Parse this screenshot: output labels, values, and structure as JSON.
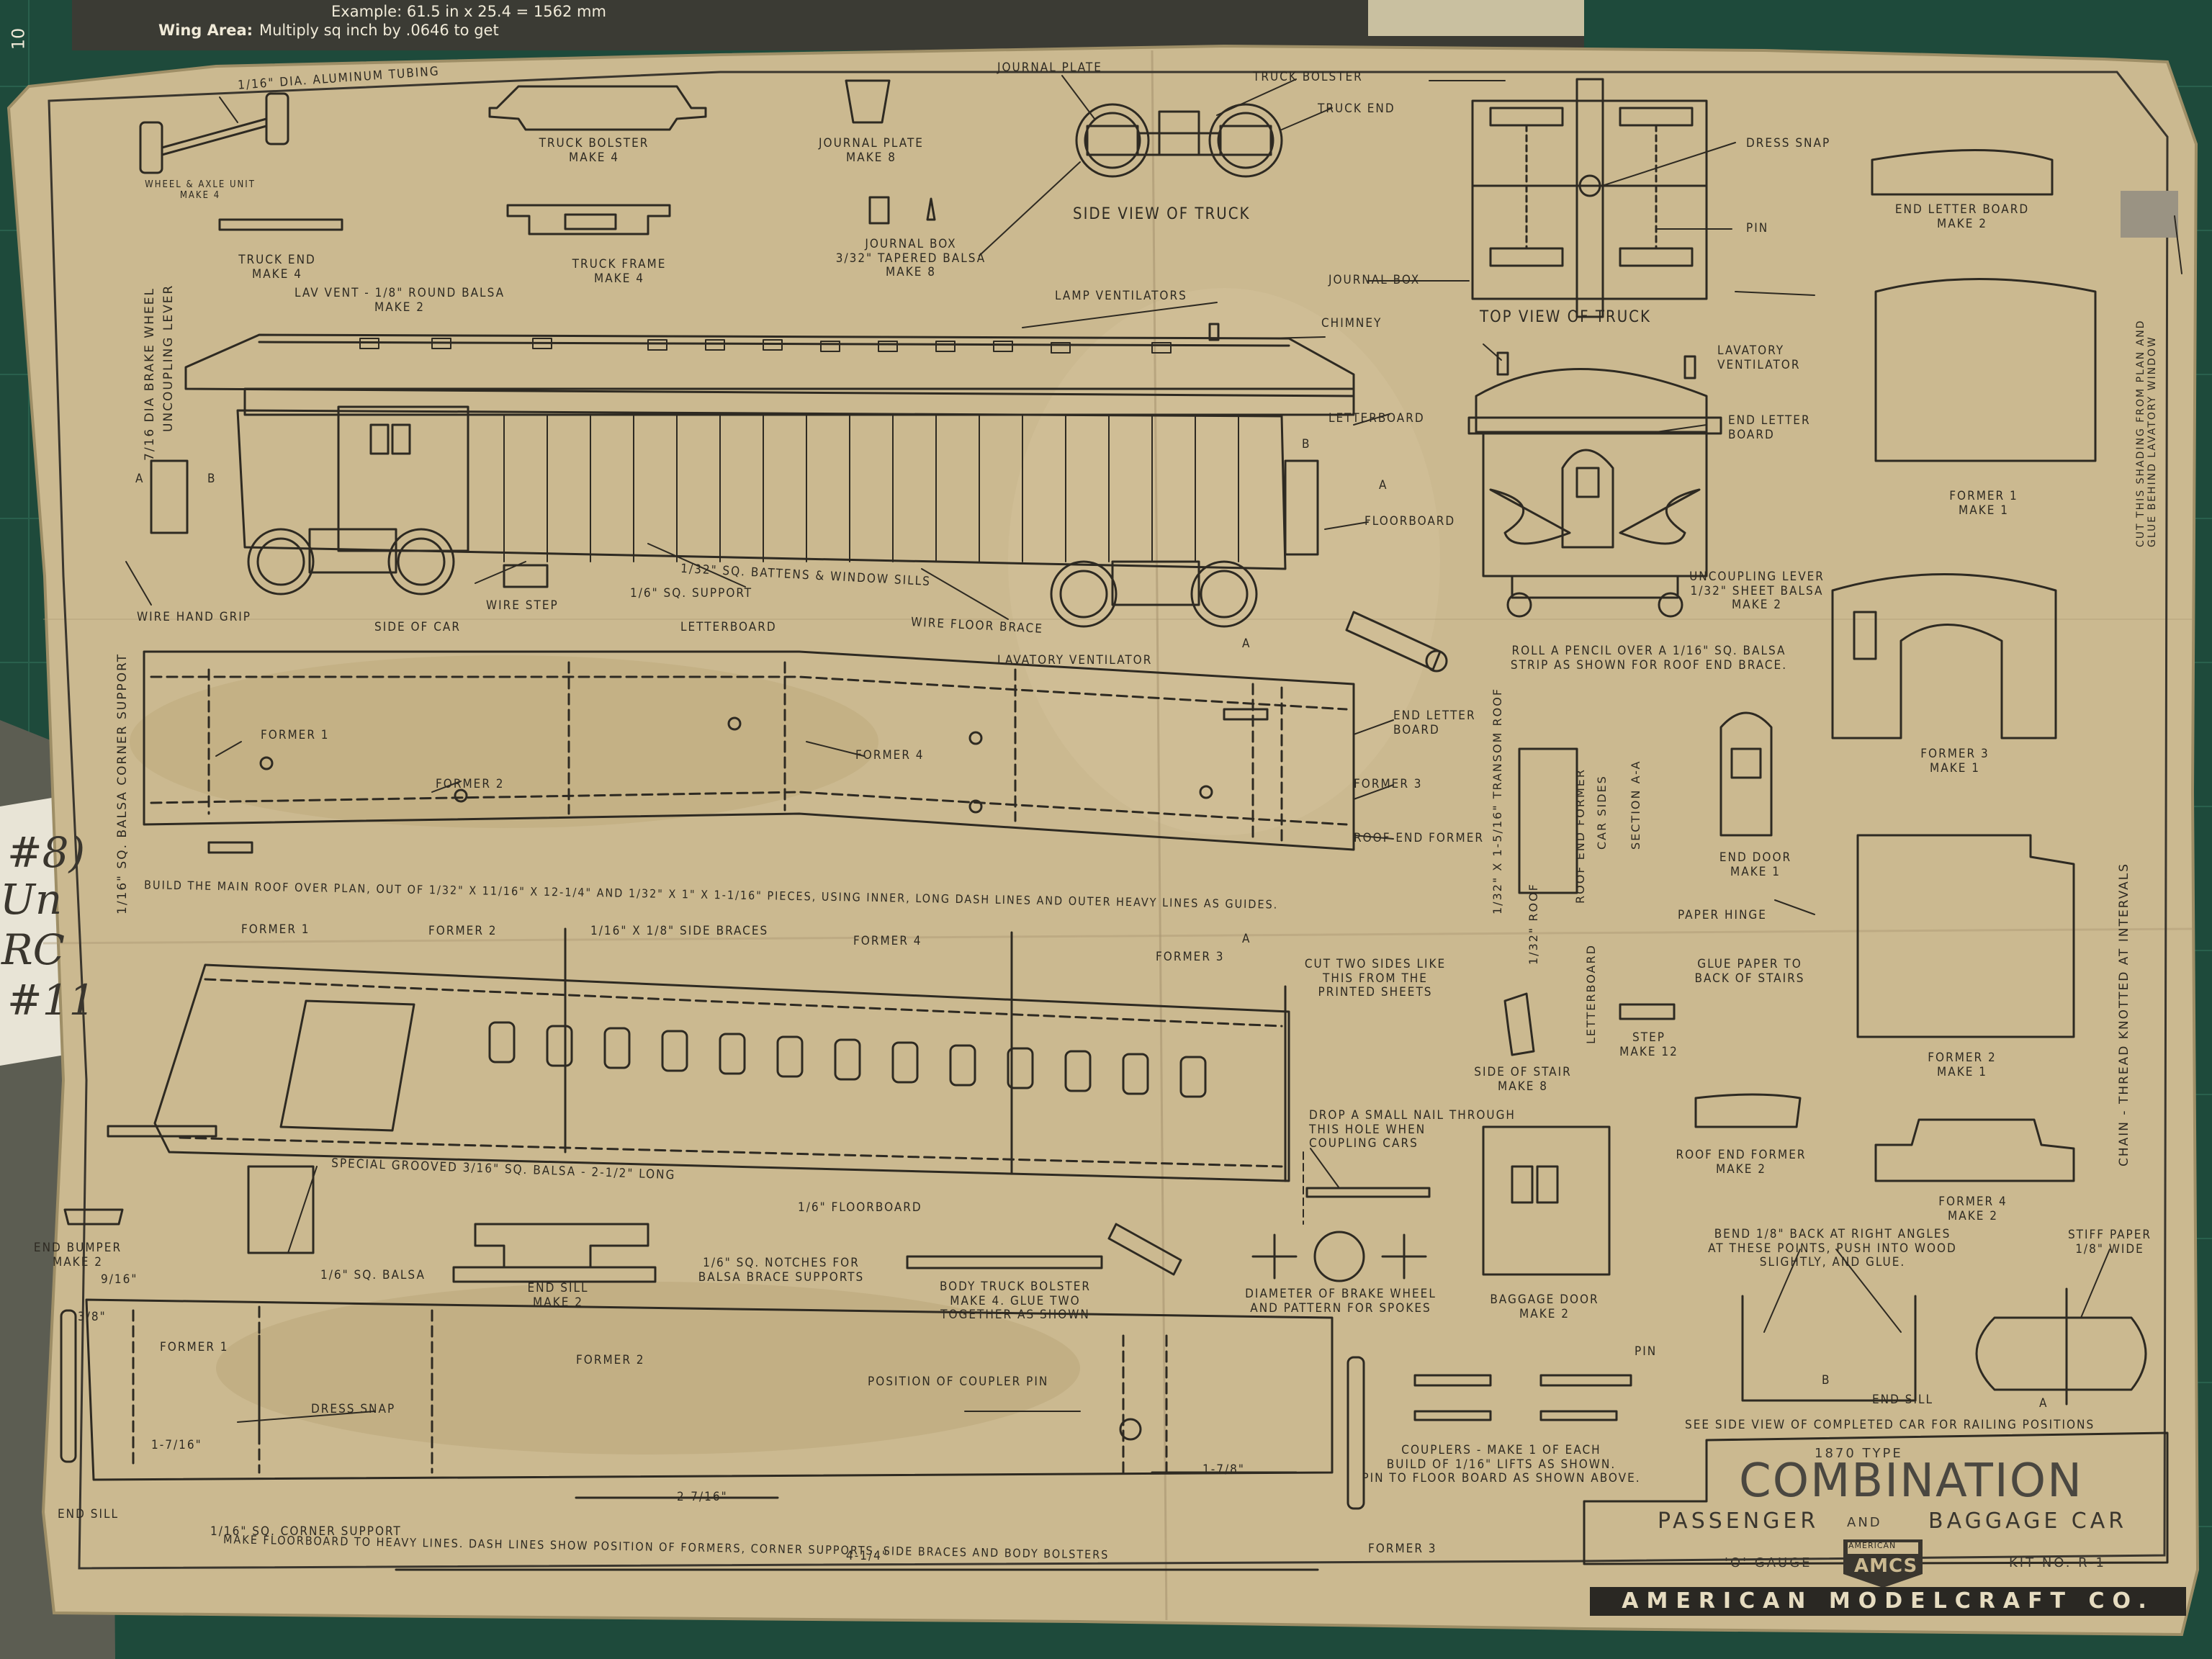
{
  "background_tape": {
    "line1": "Example: 61.5 in x 25.4 = 1562 mm",
    "line2_label": "Wing Area:",
    "line2_text": "Multiply sq inch by .0646 to get"
  },
  "mat_numbers": [
    "10"
  ],
  "left_note": [
    "#8)",
    "Un",
    "RC",
    "#11"
  ],
  "labels": {
    "aluminum_tubing": "1/16\" DIA. ALUMINUM TUBING",
    "wheel_axle": "WHEEL & AXLE UNIT\nMAKE 4",
    "truck_bolster": "TRUCK BOLSTER\nMAKE 4",
    "journal_plate_part": "JOURNAL PLATE\nMAKE 8",
    "journal_plate": "JOURNAL PLATE",
    "truck_bolster_callout": "TRUCK BOLSTER",
    "truck_end_callout": "TRUCK END",
    "dress_snap": "DRESS SNAP",
    "pin": "PIN",
    "end_letter_board_part": "END LETTER BOARD\nMAKE 2",
    "truck_end_part": "TRUCK END\nMAKE 4",
    "truck_frame": "TRUCK FRAME\nMAKE 4",
    "journal_box_part": "JOURNAL BOX\n3/32\" TAPERED BALSA\nMAKE 8",
    "side_view_truck": "SIDE VIEW OF TRUCK",
    "journal_box": "JOURNAL BOX",
    "top_view_truck": "TOP VIEW OF TRUCK",
    "lav_vent": "LAV VENT - 1/8\" ROUND BALSA\nMAKE 2",
    "lamp_ventilators": "LAMP VENTILATORS",
    "chimney": "CHIMNEY",
    "lavatory_ventilator": "LAVATORY\nVENTILATOR",
    "letterboard": "LETTERBOARD",
    "end_letter_board": "END LETTER\nBOARD",
    "floorboard": "FLOORBOARD",
    "uncoupling_lever_part": "UNCOUPLING LEVER\n1/32\" SHEET BALSA\nMAKE 2",
    "brake_wheel_vert": "7/16 DIA BRAKE WHEEL",
    "uncoupling_vert": "UNCOUPLING LEVER",
    "battens": "1/32\" SQ. BATTENS & WINDOW SILLS",
    "sq_support": "1/6\" SQ. SUPPORT",
    "wire_hand_grip": "WIRE HAND GRIP",
    "wire_step": "WIRE STEP",
    "wire_floor_brace": "WIRE FLOOR BRACE",
    "side_of_car": "SIDE OF CAR",
    "letterboard2": "LETTERBOARD",
    "lavatory_ventilator2": "LAVATORY VENTILATOR",
    "roll_pencil": "ROLL A PENCIL OVER A 1/16\" SQ. BALSA\nSTRIP AS SHOWN FOR ROOF END BRACE.",
    "former1_roof": "FORMER 1",
    "former2_roof": "FORMER 2",
    "former4_roof": "FORMER 4",
    "end_letter_board2": "END LETTER\nBOARD",
    "former3_roof": "FORMER 3",
    "roof_end_former": "ROOF END FORMER",
    "corner_support_vert": "1/16\" SQ. BALSA CORNER SUPPORT",
    "build_roof": "BUILD THE MAIN ROOF OVER PLAN, OUT OF 1/32\" X 11/16\" X 12-1/4\" AND 1/32\" X 1\" X 1-1/16\" PIECES, USING INNER, LONG DASH LINES AND OUTER HEAVY LINES AS GUIDES.",
    "transom_vert": "1/32\" X 1-5/16\" TRANSOM ROOF",
    "roof_end_former_vert": "ROOF END FORMER",
    "car_sides_vert": "CAR SIDES",
    "section_aa_vert": "SECTION A-A",
    "roof_vert": "1/32\" ROOF",
    "letterboard_vert": "LETTERBOARD",
    "end_door": "END DOOR\nMAKE 1",
    "paper_hinge": "PAPER HINGE",
    "glue_paper": "GLUE PAPER TO\nBACK OF STAIRS",
    "former1_side": "FORMER 1",
    "former2_side": "FORMER 2",
    "side_braces": "1/16\" X 1/8\" SIDE BRACES",
    "former4_side": "FORMER 4",
    "former3_side": "FORMER 3",
    "cut_two": "CUT TWO SIDES LIKE\nTHIS FROM THE\nPRINTED SHEETS",
    "side_of_stair": "SIDE OF STAIR\nMAKE 8",
    "step": "STEP\nMAKE 12",
    "drop_nail": "DROP A SMALL NAIL THROUGH\nTHIS HOLE WHEN\nCOUPLING CARS",
    "special_grooved": "SPECIAL GROOVED 3/16\" SQ. BALSA - 2-1/2\" LONG",
    "floorboard_116": "1/6\" FLOORBOARD",
    "end_bumper": "END BUMPER\nMAKE 2",
    "sq_balsa": "1/6\" SQ. BALSA",
    "end_sill_part": "END SILL\nMAKE 2",
    "notches": "1/6\" SQ. NOTCHES FOR\nBALSA BRACE SUPPORTS",
    "body_truck_bolster": "BODY TRUCK BOLSTER\nMAKE 4. GLUE TWO\nTOGETHER AS SHOWN",
    "brake_wheel_pattern": "DIAMETER OF BRAKE WHEEL\nAND PATTERN FOR SPOKES",
    "baggage_door": "BAGGAGE DOOR\nMAKE 2",
    "dim_916": "9/16\"",
    "dim_38": "3/8\"",
    "former1_floor": "FORMER 1",
    "former2_floor": "FORMER 2",
    "dress_snap_floor": "DRESS SNAP",
    "dim_1_7_16": "1-7/16\"",
    "position_coupler": "POSITION OF COUPLER PIN",
    "dim_1_7_8": "1-7/8\"",
    "dim_2_7_16": "2-7/16\"",
    "end_sill": "END SILL",
    "corner_support_floor": "1/16\" SQ. CORNER SUPPORT",
    "dim_4_1_4": "4-1/4\"",
    "former3_floor": "FORMER 3",
    "make_floorboard": "MAKE FLOORBOARD TO HEAVY LINES. DASH LINES SHOW POSITION OF FORMERS, CORNER SUPPORTS, SIDE BRACES AND BODY BOLSTERS",
    "pin_coupler": "PIN",
    "couplers": "COUPLERS - MAKE 1 OF EACH\nBUILD OF 1/16\" LIFTS AS SHOWN.\nPIN TO FLOOR BOARD AS SHOWN ABOVE.",
    "roof_end_former_part": "ROOF END FORMER\nMAKE 2",
    "former4_part": "FORMER 4\nMAKE 2",
    "bend": "BEND 1/8\" BACK AT RIGHT ANGLES\nAT THESE POINTS, PUSH INTO WOOD\nSLIGHTLY, AND GLUE.",
    "stiff_paper": "STIFF PAPER\n1/8\" WIDE",
    "end_sill_b": "END SILL",
    "see_side_view": "SEE SIDE VIEW OF COMPLETED CAR FOR RAILING POSITIONS",
    "former1_part": "FORMER 1\nMAKE 1",
    "former3_part": "FORMER 3\nMAKE 1",
    "former2_part": "FORMER 2\nMAKE 1",
    "cut_shading_vert": "CUT THIS SHADING FROM PLAN AND\nGLUE BEHIND LAVATORY WINDOW",
    "chain_vert": "CHAIN - THREAD KNOTTED AT INTERVALS",
    "mark_a1": "A",
    "mark_b1": "B",
    "mark_b2": "B",
    "mark_a2": "A",
    "mark_a3": "A",
    "mark_a4": "A",
    "mark_b3": "B",
    "mark_a5": "A"
  },
  "title_block": {
    "type_line": "1870 TYPE",
    "title": "COMBINATION",
    "subtitle_left": "PASSENGER",
    "subtitle_and": "AND",
    "subtitle_right": "BAGGAGE CAR",
    "gauge": "'O' GAUGE",
    "kit_no": "KIT NO. R-1",
    "logo_text": "AMCS",
    "logo_top": "AMERICAN",
    "company": "AMERICAN MODELCRAFT CO."
  },
  "colors": {
    "mat": "#1e4a3b",
    "paper": "#cbb990",
    "ink": "#2e2a22"
  }
}
